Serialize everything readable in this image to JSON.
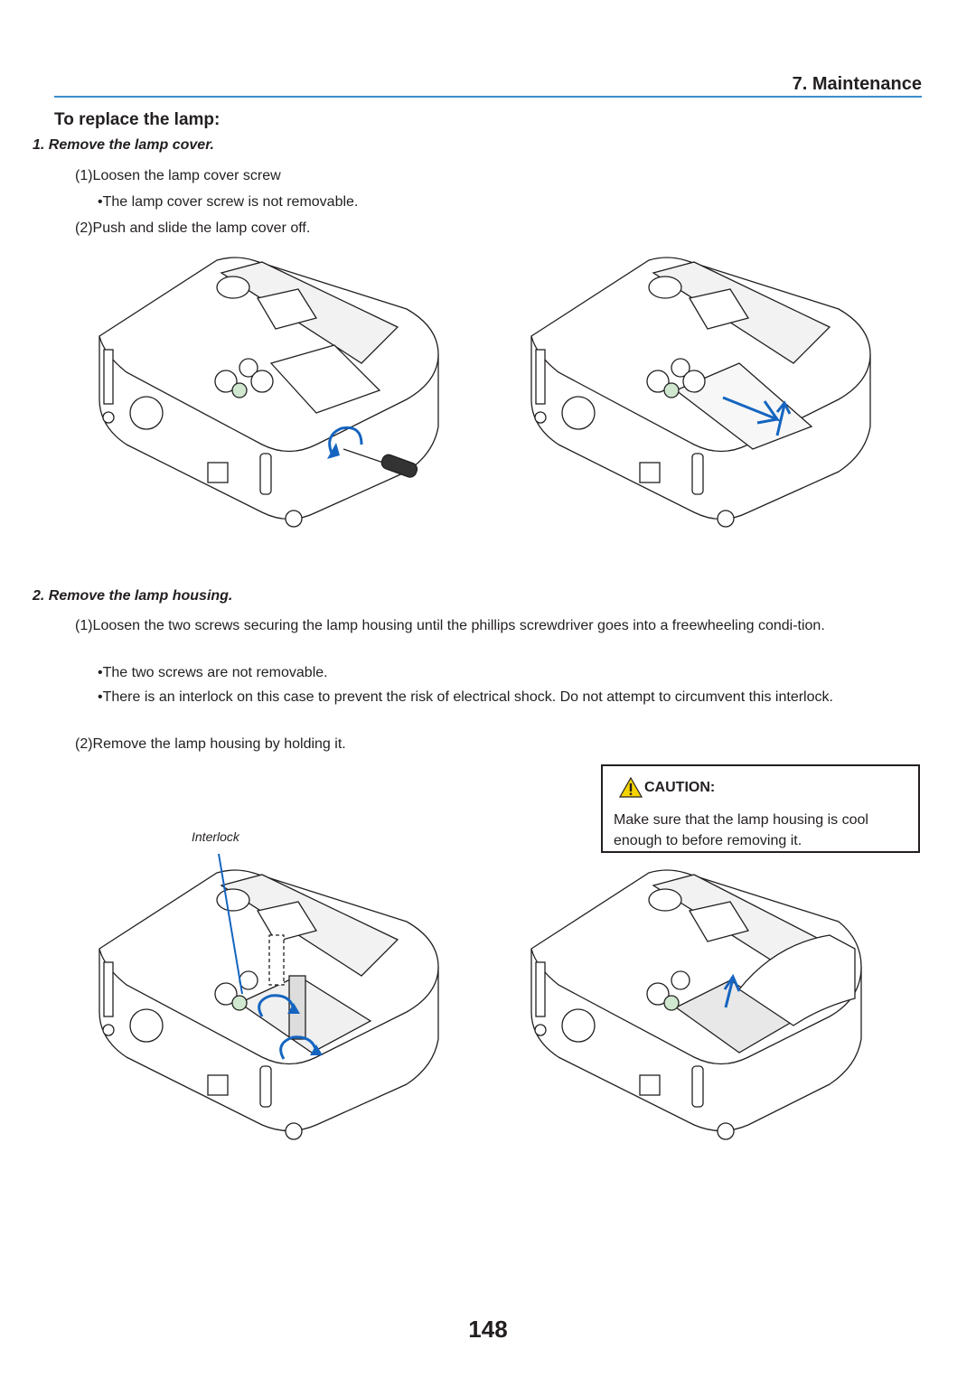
{
  "header": {
    "chapter": "7. Maintenance"
  },
  "section": {
    "title": "To replace the lamp:"
  },
  "step1": {
    "title": "1. Remove the lamp cover.",
    "lines": [
      "(1)Loosen the lamp cover screw",
      "•The lamp cover screw is not removable.",
      "(2)Push and slide the lamp cover off."
    ]
  },
  "step2": {
    "title": "2. Remove the lamp housing.",
    "line1": "(1)Loosen the two screws securing the lamp housing until the phillips screwdriver goes into a freewheeling condi-tion.",
    "bullet1": "•The two screws are not removable.",
    "bullet2": "•There is an interlock on this case to prevent the risk of electrical shock. Do not attempt to circumvent this interlock.",
    "line2": "(2)Remove the lamp housing by holding it."
  },
  "caution": {
    "label": "CAUTION:",
    "text": "Make sure that the lamp housing is cool enough to before removing it."
  },
  "figure": {
    "interlock_label": "Interlock"
  },
  "colors": {
    "accent": "#3c8dcb",
    "arrow": "#1565c0",
    "warning": "#f5d400"
  },
  "page_number": "148"
}
